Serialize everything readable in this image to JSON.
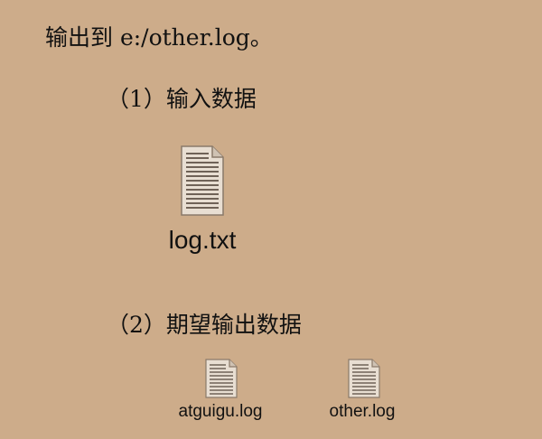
{
  "document": {
    "intro": "输出到 e:/other.log。",
    "section_input": "（1）输入数据",
    "section_output": "（2）期望输出数据",
    "input_file": {
      "name": "log.txt",
      "icon": "text-file-icon"
    },
    "output_files": [
      {
        "name": "atguigu.log",
        "icon": "text-file-icon"
      },
      {
        "name": "other.log",
        "icon": "text-file-icon"
      }
    ]
  },
  "colors": {
    "background": "#CDAC8A",
    "icon_fill": "#E8DED2",
    "icon_stroke": "#8A7A6A",
    "icon_lines": "#6F6257"
  }
}
